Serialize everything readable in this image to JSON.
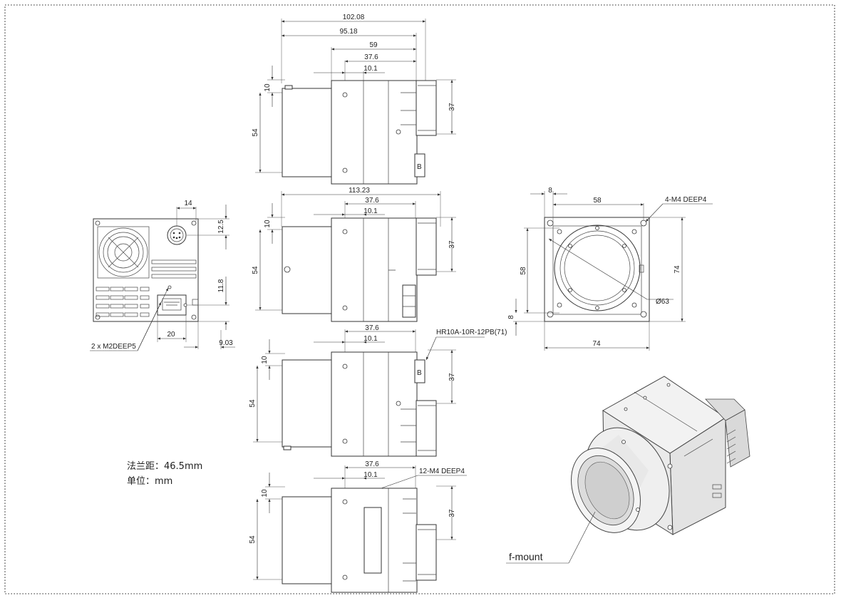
{
  "views": {
    "top": {
      "dims": [
        "102.08",
        "95.18",
        "59",
        "37.6",
        "10.1",
        "10",
        "54",
        "37"
      ],
      "connector_mark": "B"
    },
    "side1": {
      "dims": [
        "113.23",
        "37.6",
        "10.1",
        "10",
        "54",
        "37"
      ]
    },
    "side2": {
      "dims": [
        "37.6",
        "10.1",
        "10",
        "54",
        "37"
      ],
      "connector_callout": "HR10A-10R-12PB(71)",
      "connector_mark": "B"
    },
    "bottom": {
      "dims": [
        "37.6",
        "10.1",
        "10",
        "54",
        "37"
      ],
      "callout": "12-M4 DEEP4"
    },
    "rear": {
      "dims": [
        "14",
        "12.5",
        "11.8",
        "20",
        "9.03"
      ],
      "callout": "2 x  M2DEEP5"
    },
    "front": {
      "dims": [
        "8",
        "58",
        "58",
        "74",
        "8",
        "74"
      ],
      "callout_holes": "4-M4 DEEP4",
      "diameter": "Ø63"
    }
  },
  "notes": {
    "flange_distance": "法兰距：46.5mm",
    "unit": "单位：mm"
  },
  "iso_view": {
    "label": "f-mount"
  }
}
